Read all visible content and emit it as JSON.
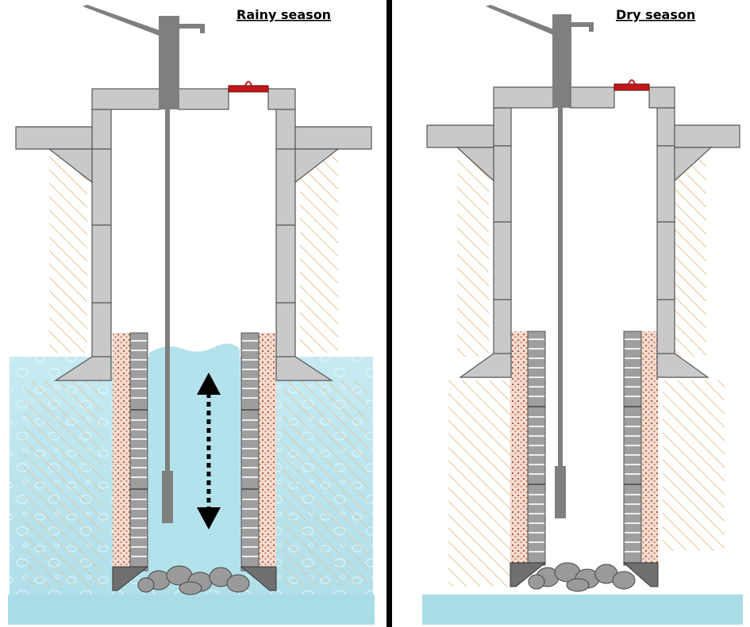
{
  "panels": {
    "left": {
      "title": "Rainy season",
      "water_present": true,
      "arrow": "bidirectional-vertical"
    },
    "right": {
      "title": "Dry season",
      "water_present": false
    }
  },
  "colors": {
    "concrete": "#c9c9c9",
    "concrete_edge": "#555555",
    "pump": "#7f7f7f",
    "rod": "#808080",
    "lid_red": "#c0181c",
    "soil_hatch": "#e8c79a",
    "water": "#bfe6ef",
    "water_deep": "#9fd6e3",
    "gravel_fill": "#e7b9a0",
    "gravel_dot": "#b7492e",
    "rock": "#8a8a8a",
    "divider": "#000000",
    "arrow": "#000000"
  }
}
